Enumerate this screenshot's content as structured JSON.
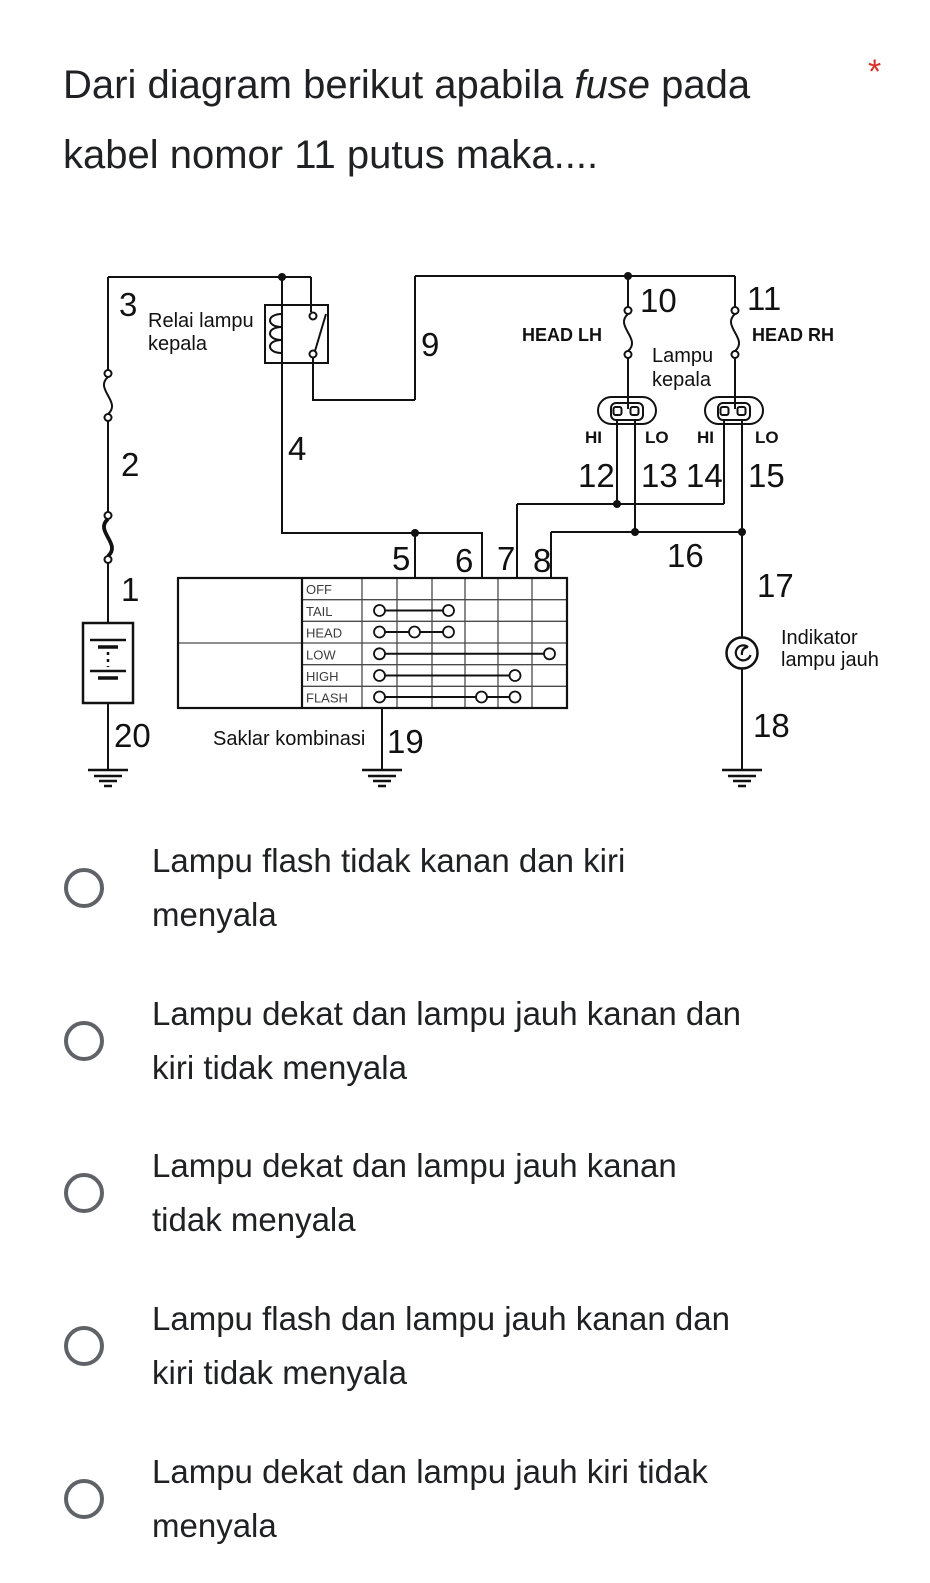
{
  "question": {
    "part1": "Dari diagram berikut apabila ",
    "fuse": "fuse",
    "part2": " pada",
    "line2": "kabel nomor 11 putus maka....",
    "required_marker": "*",
    "required_color": "#d93025"
  },
  "diagram": {
    "line_color": "#111111",
    "nums": {
      "n1": "1",
      "n2": "2",
      "n3": "3",
      "n4": "4",
      "n5": "5",
      "n6": "6",
      "n7": "7",
      "n8": "8",
      "n9": "9",
      "n10": "10",
      "n11": "11",
      "n12": "12",
      "n13": "13",
      "n14": "14",
      "n15": "15",
      "n16": "16",
      "n17": "17",
      "n18": "18",
      "n19": "19",
      "n20": "20"
    },
    "relay_label_line1": "Relai lampu",
    "relay_label_line2": "kepala",
    "head_lh": "HEAD LH",
    "head_rh": "HEAD RH",
    "lamp_label_line1": "Lampu",
    "lamp_label_line2": "kepala",
    "hi": "HI",
    "lo": "LO",
    "switch_label": "Saklar kombinasi",
    "indicator_line1": "Indikator",
    "indicator_line2": "lampu jauh",
    "table": {
      "rows": [
        "OFF",
        "TAIL",
        "HEAD",
        "LOW",
        "HIGH",
        "FLASH"
      ]
    }
  },
  "options": [
    {
      "lines": [
        "Lampu flash tidak kanan dan kiri",
        "menyala"
      ]
    },
    {
      "lines": [
        "Lampu dekat dan lampu jauh kanan dan",
        "kiri tidak menyala"
      ]
    },
    {
      "lines": [
        "Lampu dekat dan lampu jauh kanan",
        "tidak menyala"
      ]
    },
    {
      "lines": [
        "Lampu flash dan lampu jauh kanan dan",
        "kiri tidak menyala"
      ]
    },
    {
      "lines": [
        "Lampu dekat dan lampu jauh kiri tidak",
        "menyala"
      ]
    }
  ]
}
